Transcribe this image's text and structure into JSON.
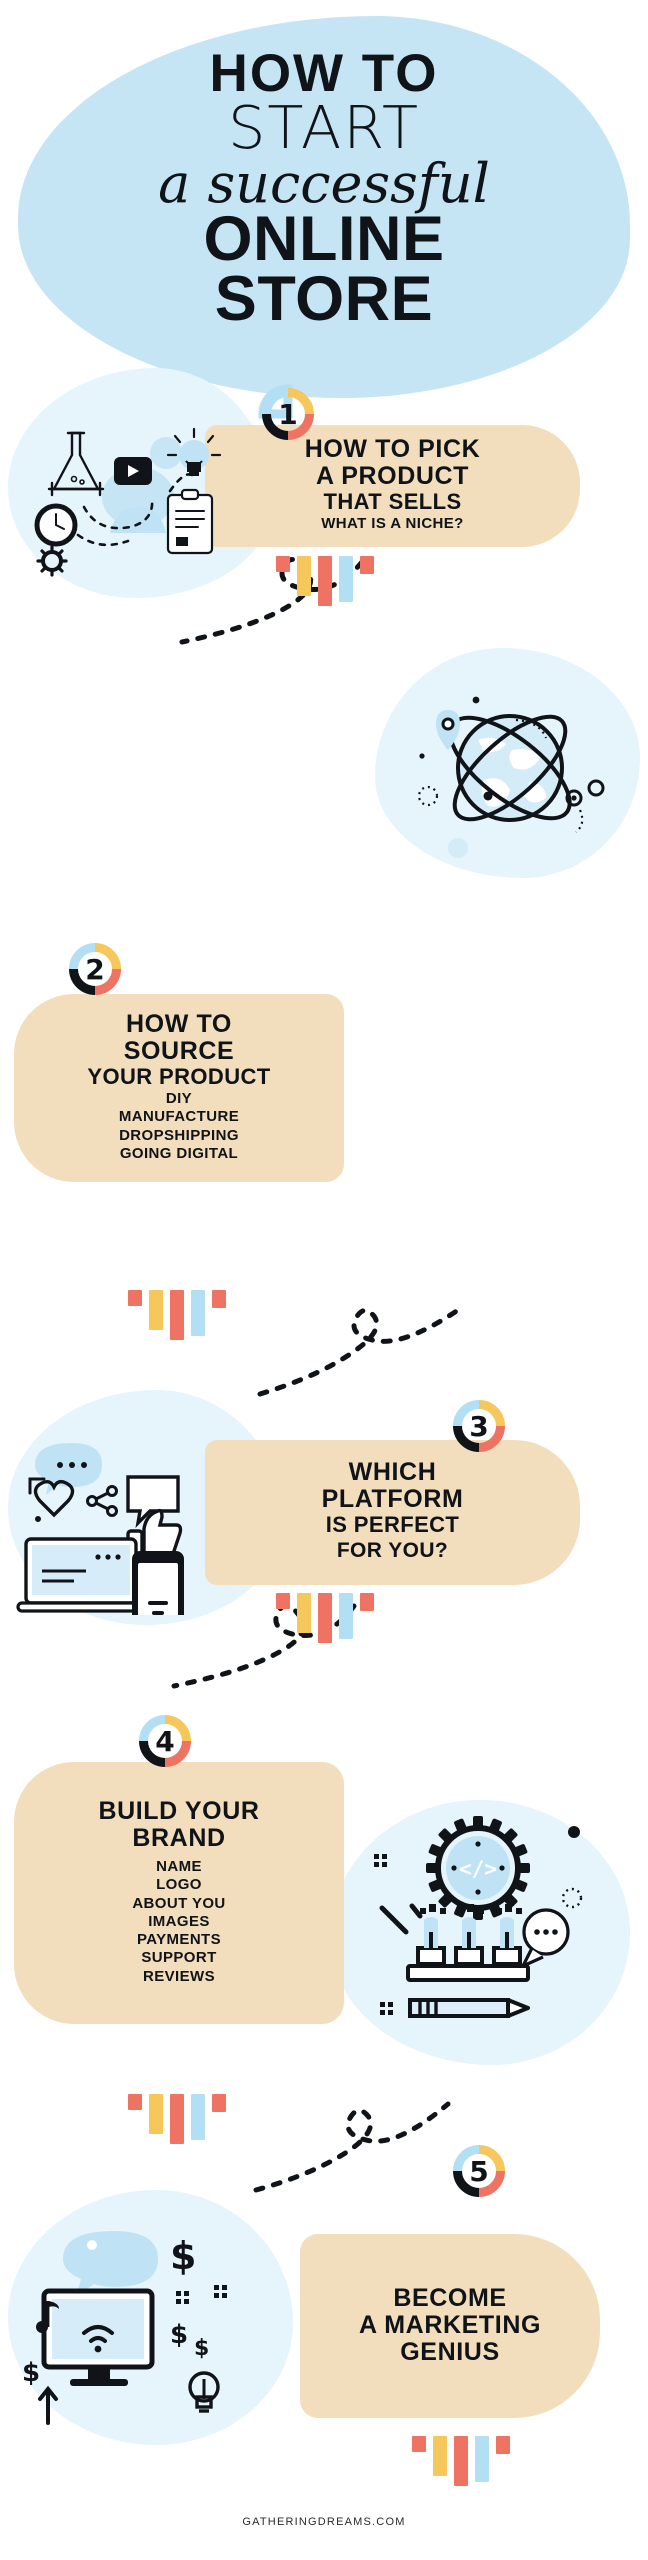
{
  "colors": {
    "hero_blob": "#c5e5f5",
    "illo_blob": "#e6f4fb",
    "panel": "#f2debc",
    "black": "#101418",
    "yellow": "#f6c75b",
    "red": "#ef7362",
    "blue": "#b3dff5",
    "background": "#ffffff"
  },
  "hero": {
    "line1": "HOW TO",
    "line2": "START",
    "line3": "a successful",
    "line4": "ONLINE",
    "line5": "STORE"
  },
  "steps": [
    {
      "number": "1",
      "title_lines": [
        "HOW TO PICK",
        "A PRODUCT"
      ],
      "subtitle": "THAT SELLS",
      "sub_items": [
        "WHAT IS A NICHE?"
      ],
      "illustration": "idea-research-icon",
      "side": "right"
    },
    {
      "number": "2",
      "title_lines": [
        "HOW TO",
        "SOURCE"
      ],
      "subtitle": "YOUR PRODUCT",
      "sub_items": [
        "DIY",
        "MANUFACTURE",
        "DROPSHIPPING",
        "GOING DIGITAL"
      ],
      "illustration": "globe-orbit-icon",
      "side": "left"
    },
    {
      "number": "3",
      "title_lines": [
        "WHICH",
        "PLATFORM"
      ],
      "subtitle": "IS PERFECT",
      "sub_items": [
        "FOR YOU?"
      ],
      "illustration": "devices-social-icon",
      "side": "right"
    },
    {
      "number": "4",
      "title_lines": [
        "BUILD YOUR",
        "BRAND"
      ],
      "subtitle": "",
      "sub_items": [
        "NAME",
        "LOGO",
        "ABOUT YOU",
        "IMAGES",
        "PAYMENTS",
        "SUPPORT",
        "REVIEWS"
      ],
      "illustration": "gear-code-icon",
      "side": "left"
    },
    {
      "number": "5",
      "title_lines": [
        "BECOME",
        "A MARKETING"
      ],
      "subtitle": "GENIUS",
      "sub_items": [],
      "illustration": "monitor-money-icon",
      "side": "right"
    }
  ],
  "footer": {
    "site": "GATHERINGDREAMS.COM"
  }
}
